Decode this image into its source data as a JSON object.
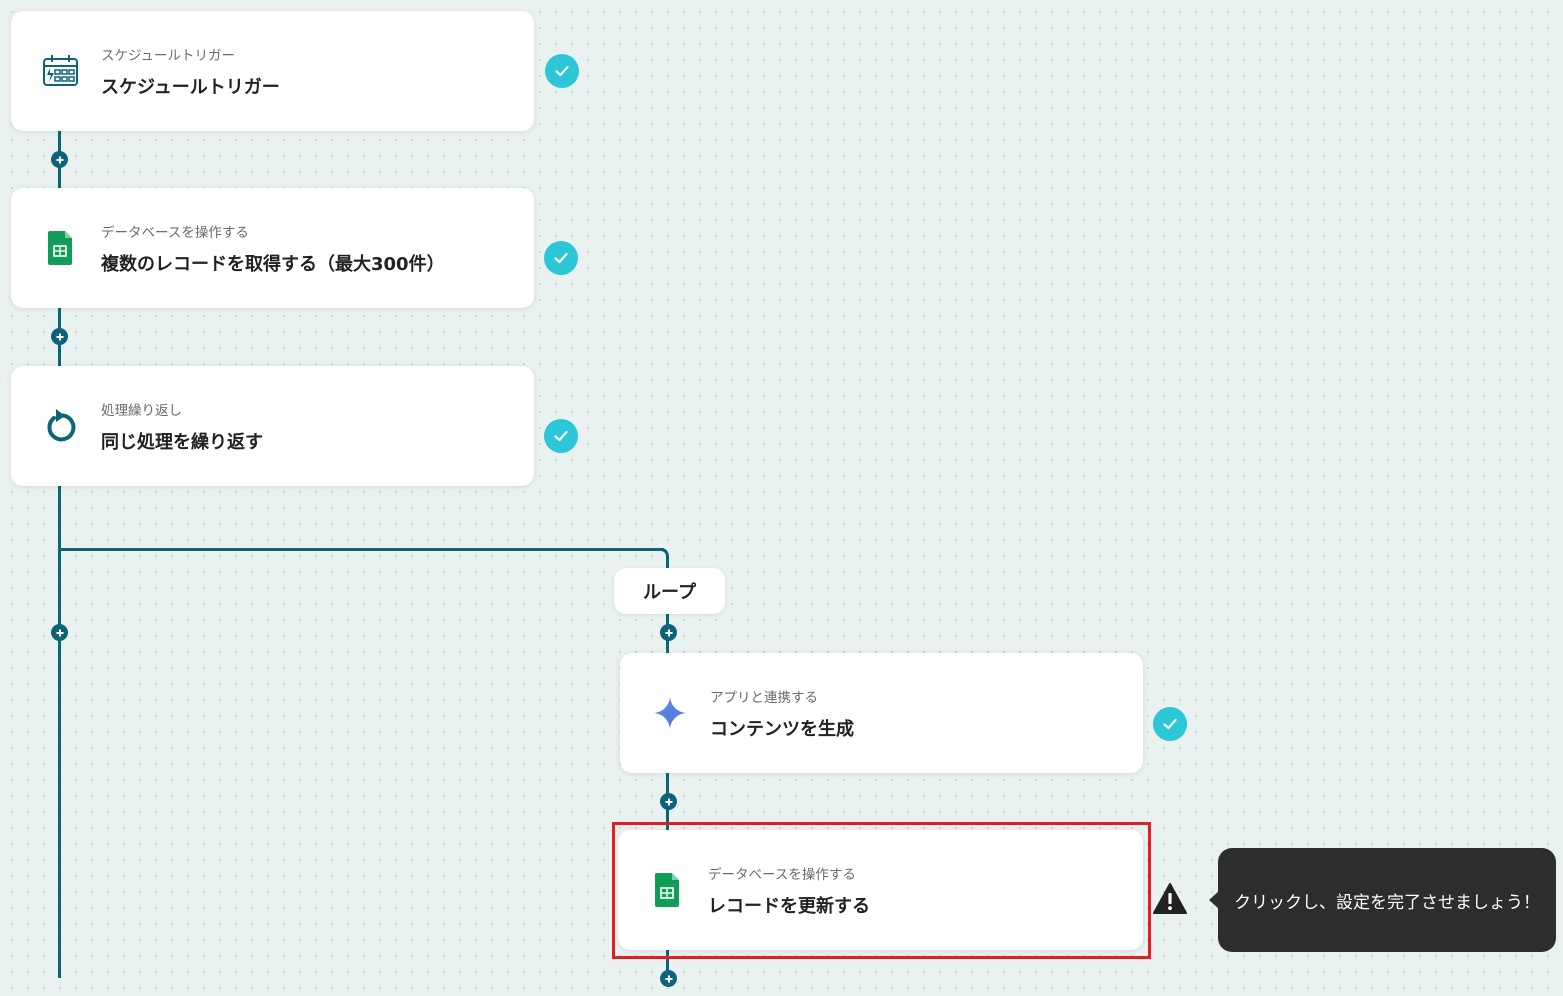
{
  "flow": {
    "steps": [
      {
        "category": "スケジュールトリガー",
        "title": "スケジュールトリガー",
        "icon": "calendar-lightning-icon",
        "status": "completed"
      },
      {
        "category": "データベースを操作する",
        "title": "複数のレコードを取得する（最大300件）",
        "icon": "google-sheets-icon",
        "status": "completed"
      },
      {
        "category": "処理繰り返し",
        "title": "同じ処理を繰り返す",
        "icon": "repeat-icon",
        "status": "completed"
      }
    ],
    "loop": {
      "label": "ループ",
      "steps": [
        {
          "category": "アプリと連携する",
          "title": "コンテンツを生成",
          "icon": "gemini-sparkle-icon",
          "status": "completed"
        },
        {
          "category": "データベースを操作する",
          "title": "レコードを更新する",
          "icon": "google-sheets-icon",
          "status": "incomplete"
        }
      ]
    }
  },
  "tooltip": {
    "text": "クリックし、設定を完了させましょう！"
  },
  "colors": {
    "line": "#0d6478",
    "check": "#2cc6d6",
    "highlight": "#e02020",
    "tooltip_bg": "#2d2d2d",
    "sheets_green": "#0f9d58"
  }
}
